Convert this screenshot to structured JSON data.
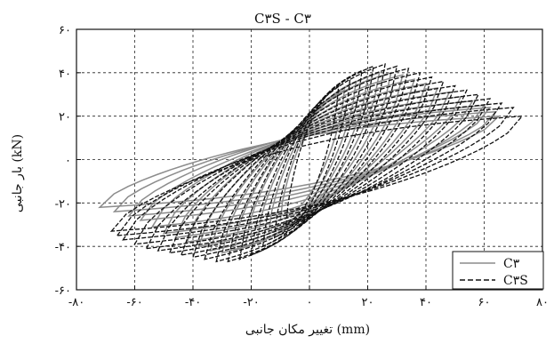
{
  "chart_data": {
    "type": "line",
    "title": "C۳S - C۳",
    "xlabel": "تغییر مکان جانبی (mm)",
    "ylabel": "بار جانبی (kN)",
    "xlim": [
      -80,
      80
    ],
    "ylim": [
      -60,
      60
    ],
    "grid": true,
    "legend_position": "bottom-right",
    "x_ticks": [
      {
        "value": -80,
        "label": "-۸۰"
      },
      {
        "value": -60,
        "label": "-۶۰"
      },
      {
        "value": -40,
        "label": "-۴۰"
      },
      {
        "value": -20,
        "label": "-۲۰"
      },
      {
        "value": 0,
        "label": "۰"
      },
      {
        "value": 20,
        "label": "۲۰"
      },
      {
        "value": 40,
        "label": "۴۰"
      },
      {
        "value": 60,
        "label": "۶۰"
      },
      {
        "value": 80,
        "label": "۸۰"
      }
    ],
    "y_ticks": [
      {
        "value": 60,
        "label": "۶۰"
      },
      {
        "value": 40,
        "label": "۴۰"
      },
      {
        "value": 20,
        "label": "۲۰"
      },
      {
        "value": 0,
        "label": "۰"
      },
      {
        "value": -20,
        "label": "-۲۰"
      },
      {
        "value": -40,
        "label": "-۴۰"
      },
      {
        "value": -60,
        "label": "-۶۰"
      }
    ],
    "series": [
      {
        "name": "C۳",
        "style": "solid",
        "color": "#8c8c8c",
        "loops": [
          {
            "x_min": -10,
            "x_max": 12,
            "f_min": -28,
            "f_max": 32
          },
          {
            "x_min": -14,
            "x_max": 16,
            "f_min": -34,
            "f_max": 36
          },
          {
            "x_min": -18,
            "x_max": 20,
            "f_min": -38,
            "f_max": 38
          },
          {
            "x_min": -22,
            "x_max": 24,
            "f_min": -40,
            "f_max": 40
          },
          {
            "x_min": -26,
            "x_max": 28,
            "f_min": -42,
            "f_max": 40
          },
          {
            "x_min": -30,
            "x_max": 32,
            "f_min": -43,
            "f_max": 39
          },
          {
            "x_min": -34,
            "x_max": 36,
            "f_min": -42,
            "f_max": 37
          },
          {
            "x_min": -38,
            "x_max": 40,
            "f_min": -40,
            "f_max": 35
          },
          {
            "x_min": -42,
            "x_max": 44,
            "f_min": -38,
            "f_max": 33
          },
          {
            "x_min": -46,
            "x_max": 48,
            "f_min": -36,
            "f_max": 31
          },
          {
            "x_min": -50,
            "x_max": 52,
            "f_min": -34,
            "f_max": 29
          },
          {
            "x_min": -54,
            "x_max": 56,
            "f_min": -31,
            "f_max": 27
          },
          {
            "x_min": -58,
            "x_max": 60,
            "f_min": -28,
            "f_max": 25
          },
          {
            "x_min": -62,
            "x_max": 62,
            "f_min": -26,
            "f_max": 24
          },
          {
            "x_min": -67,
            "x_max": 64,
            "f_min": -24,
            "f_max": 22
          },
          {
            "x_min": -72,
            "x_max": 65,
            "f_min": -22,
            "f_max": 20
          }
        ]
      },
      {
        "name": "C۳S",
        "style": "dashed",
        "color": "#111111",
        "loops": [
          {
            "x_min": -8,
            "x_max": 10,
            "f_min": -30,
            "f_max": 34
          },
          {
            "x_min": -12,
            "x_max": 14,
            "f_min": -36,
            "f_max": 38
          },
          {
            "x_min": -16,
            "x_max": 18,
            "f_min": -40,
            "f_max": 41
          },
          {
            "x_min": -20,
            "x_max": 22,
            "f_min": -44,
            "f_max": 43
          },
          {
            "x_min": -24,
            "x_max": 26,
            "f_min": -46,
            "f_max": 44
          },
          {
            "x_min": -28,
            "x_max": 30,
            "f_min": -47,
            "f_max": 43
          },
          {
            "x_min": -32,
            "x_max": 34,
            "f_min": -47,
            "f_max": 42
          },
          {
            "x_min": -36,
            "x_max": 38,
            "f_min": -46,
            "f_max": 40
          },
          {
            "x_min": -40,
            "x_max": 42,
            "f_min": -45,
            "f_max": 38
          },
          {
            "x_min": -44,
            "x_max": 46,
            "f_min": -44,
            "f_max": 36
          },
          {
            "x_min": -48,
            "x_max": 50,
            "f_min": -43,
            "f_max": 34
          },
          {
            "x_min": -52,
            "x_max": 54,
            "f_min": -42,
            "f_max": 32
          },
          {
            "x_min": -56,
            "x_max": 58,
            "f_min": -41,
            "f_max": 30
          },
          {
            "x_min": -60,
            "x_max": 62,
            "f_min": -39,
            "f_max": 28
          },
          {
            "x_min": -64,
            "x_max": 66,
            "f_min": -37,
            "f_max": 26
          },
          {
            "x_min": -66,
            "x_max": 70,
            "f_min": -35,
            "f_max": 24
          },
          {
            "x_min": -68,
            "x_max": 73,
            "f_min": -33,
            "f_max": 20
          }
        ]
      }
    ]
  }
}
